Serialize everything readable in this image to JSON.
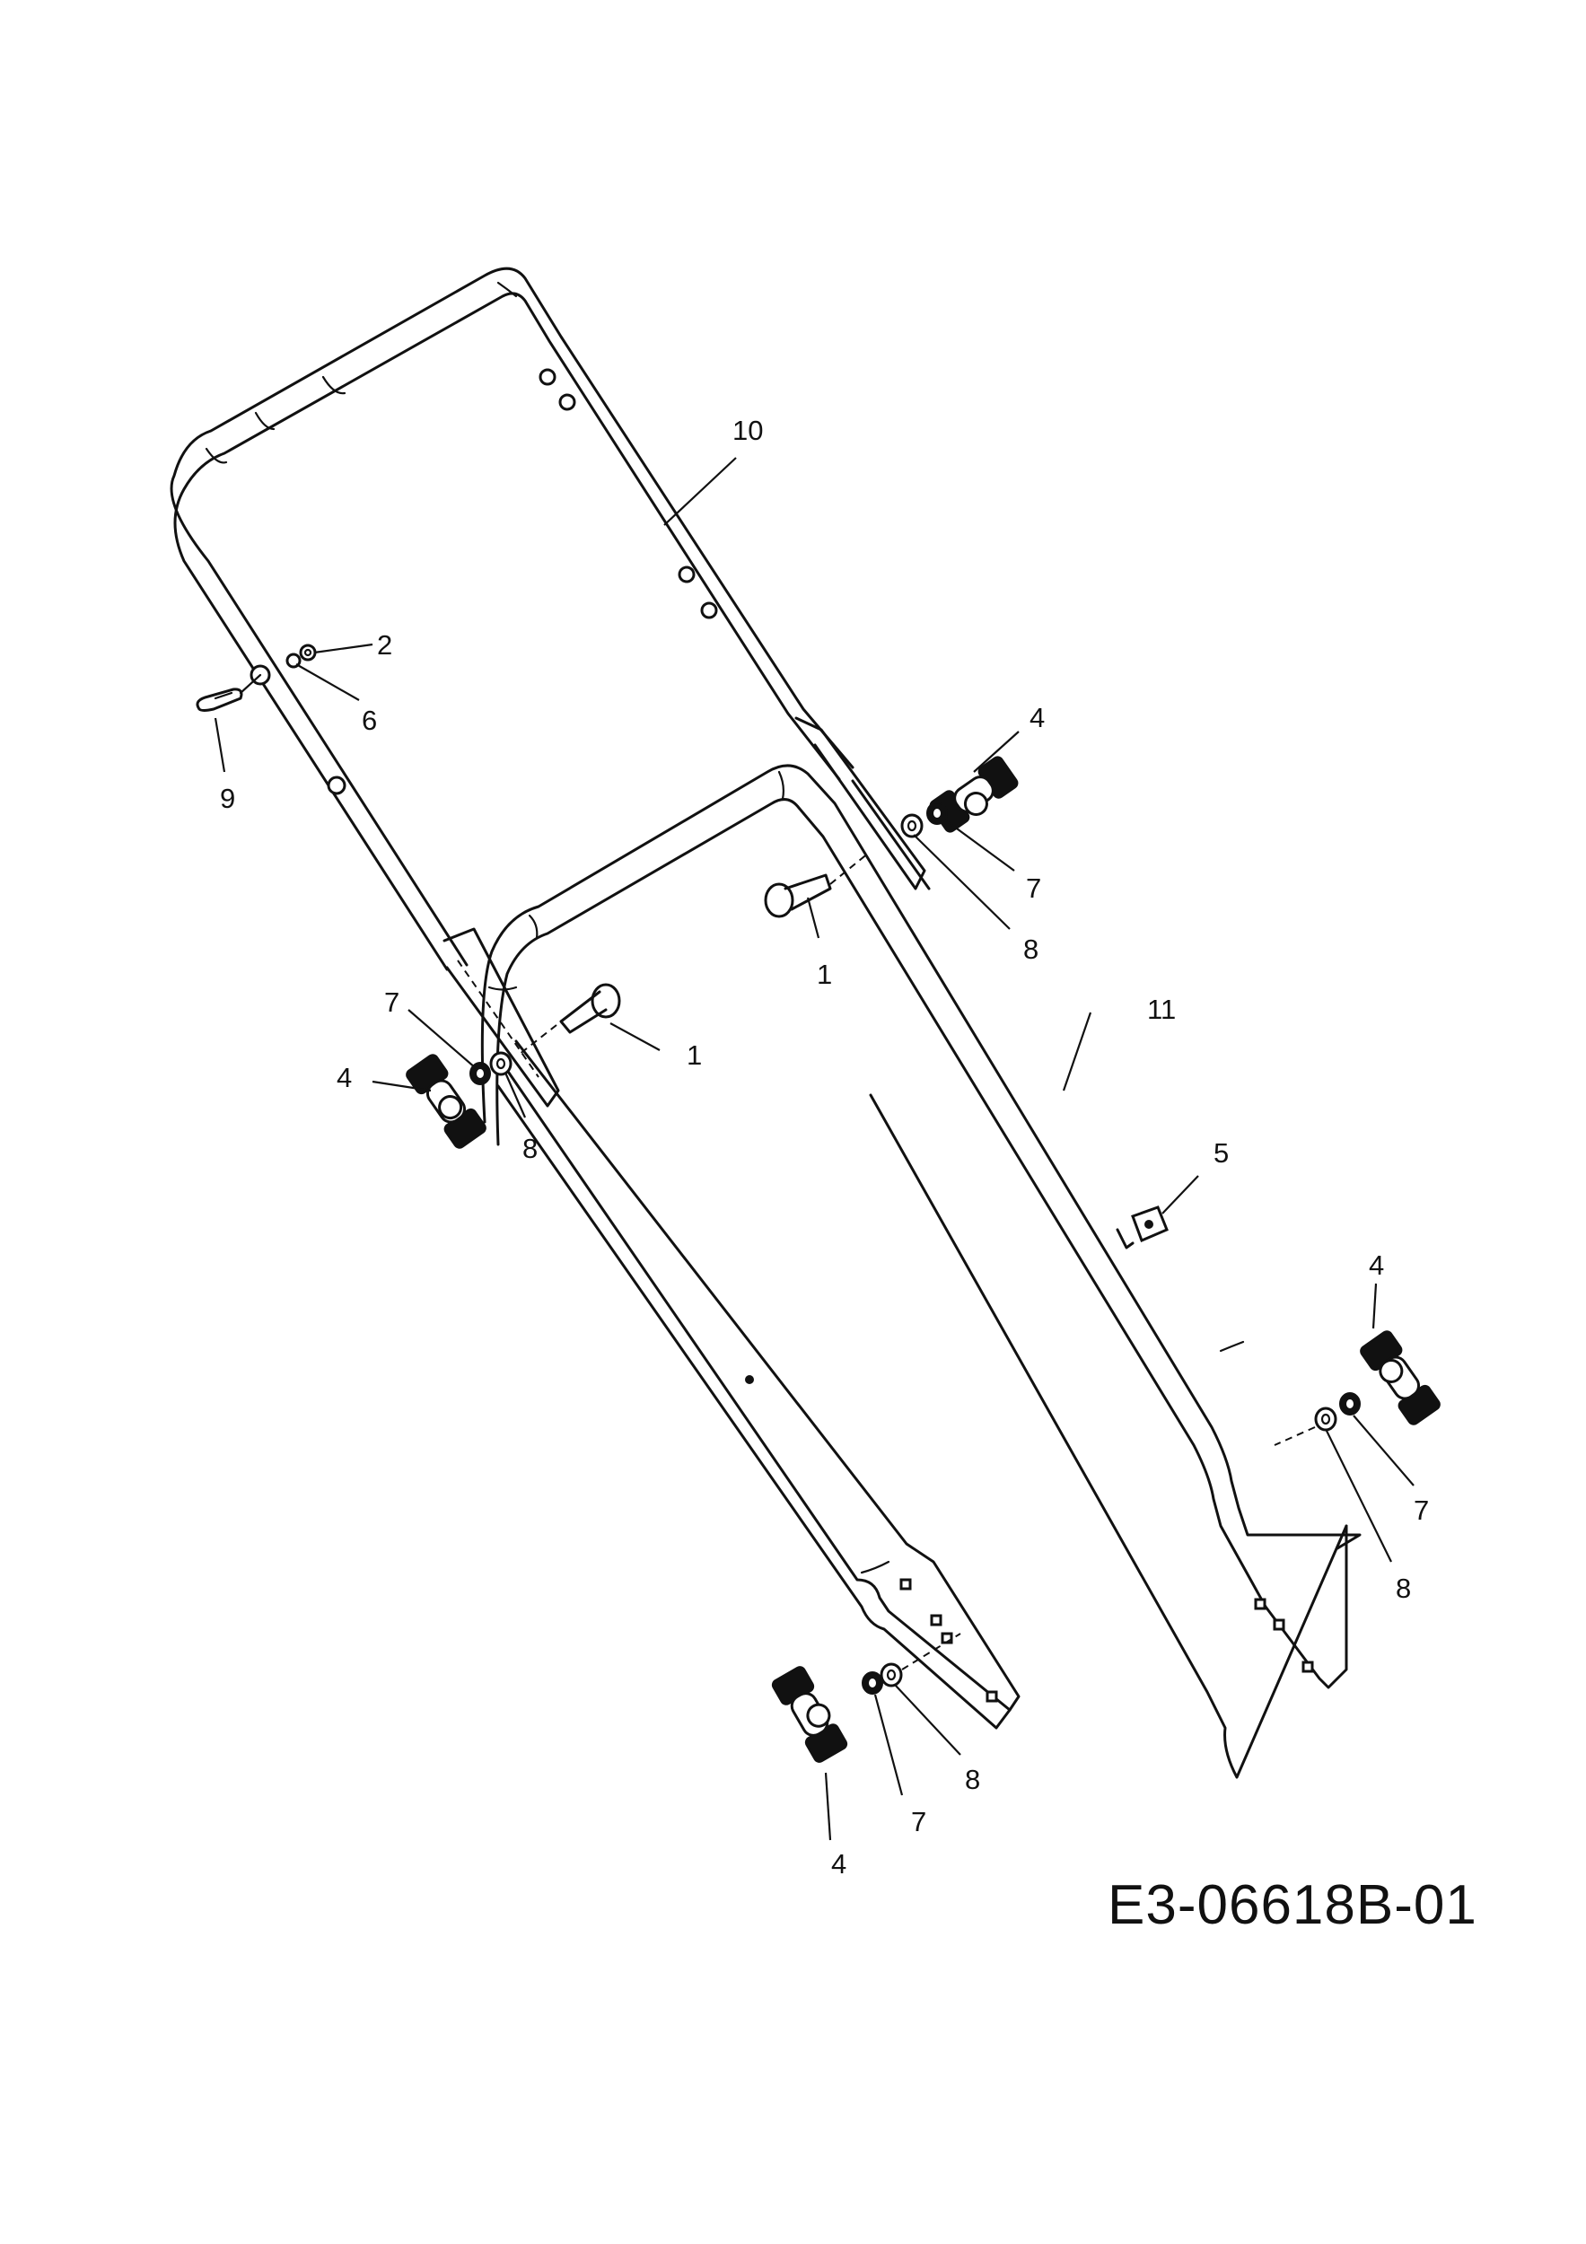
{
  "diagram": {
    "drawing_code": "E3-06618B-01",
    "callouts": {
      "bolt_upper": "1",
      "bolt_left": "1",
      "nut": "2",
      "knob_upper_right": "4",
      "knob_left": "4",
      "knob_lower_right": "4",
      "knob_bottom": "4",
      "cable_clip": "5",
      "washer_small": "6",
      "lock_washer_upper_right": "7",
      "lock_washer_left": "7",
      "lock_washer_lower_right": "7",
      "lock_washer_bottom": "7",
      "washer_upper_right": "8",
      "washer_left": "8",
      "washer_lower_right": "8",
      "washer_bottom": "8",
      "cable_tie": "9",
      "upper_handle": "10",
      "lower_handle": "11"
    }
  }
}
